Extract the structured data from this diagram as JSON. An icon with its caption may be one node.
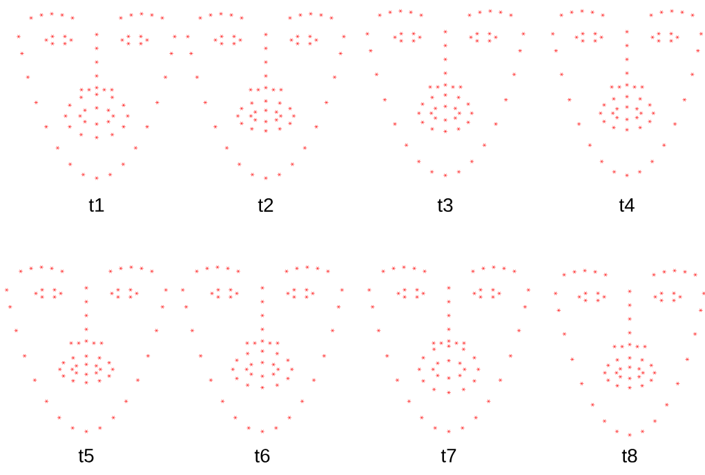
{
  "diagram": {
    "labels": [
      "t1",
      "t2",
      "t3",
      "t4",
      "t5",
      "t6",
      "t7",
      "t8"
    ]
  }
}
